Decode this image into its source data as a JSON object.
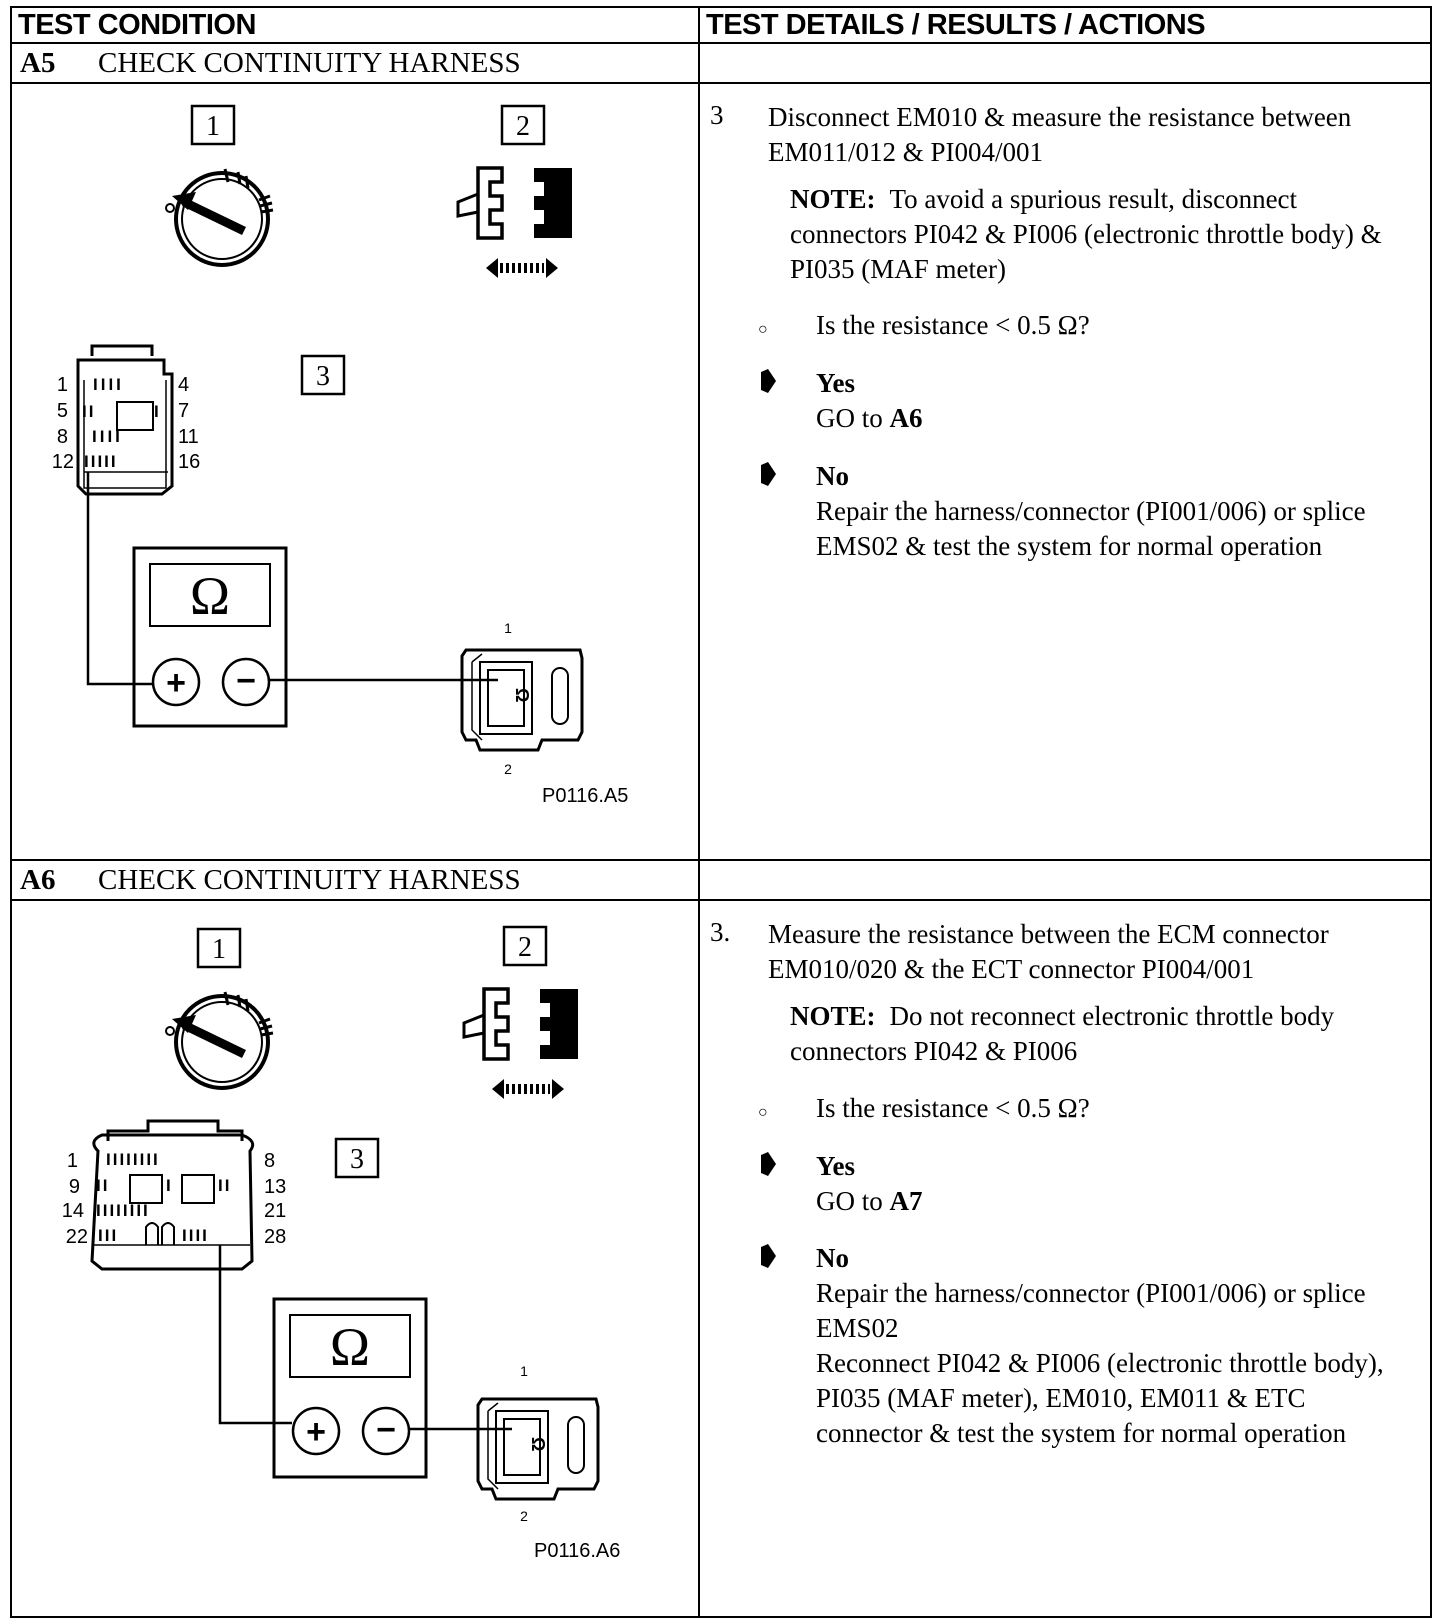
{
  "header": {
    "left": "TEST CONDITION",
    "right": "TEST DETAILS / RESULTS / ACTIONS"
  },
  "sections": [
    {
      "code": "A5",
      "title": "CHECK CONTINUITY HARNESS",
      "figure_id": "P0116.A5",
      "boxes": [
        "1",
        "2",
        "3"
      ],
      "connector_pins": [
        "1",
        "4",
        "5",
        "7",
        "8",
        "11",
        "12",
        "16"
      ],
      "sensor_pins": [
        "1",
        "2"
      ],
      "ohm_symbol": "Ω",
      "plus": "+",
      "minus": "−",
      "step_num": "3",
      "step_text": "Disconnect EM010 & measure the resistance between EM011/012 & PI004/001",
      "note_label": "NOTE:",
      "note_text": "To avoid a spurious result, disconnect connectors PI042 & PI006 (electronic throttle body) & PI035 (MAF meter)",
      "question": "Is the resistance < 0.5 Ω?",
      "yes_label": "Yes",
      "yes_prefix": "GO to ",
      "yes_target": "A6",
      "no_label": "No",
      "no_text": "Repair the harness/connector (PI001/006) or splice EMS02 & test the system for normal operation",
      "no_text2": ""
    },
    {
      "code": "A6",
      "title": "CHECK CONTINUITY HARNESS",
      "figure_id": "P0116.A6",
      "boxes": [
        "1",
        "2",
        "3"
      ],
      "connector_pins": [
        "1",
        "8",
        "9",
        "13",
        "14",
        "21",
        "22",
        "28"
      ],
      "sensor_pins": [
        "1",
        "2"
      ],
      "ohm_symbol": "Ω",
      "plus": "+",
      "minus": "−",
      "step_num": "3.",
      "step_text": "Measure the resistance between the ECM connector EM010/020 & the ECT connector PI004/001",
      "note_label": "NOTE:",
      "note_text": "Do not reconnect electronic throttle body connectors PI042 & PI006",
      "question": "Is the resistance < 0.5 Ω?",
      "yes_label": "Yes",
      "yes_prefix": "GO to ",
      "yes_target": "A7",
      "no_label": "No",
      "no_text": "Repair the harness/connector (PI001/006) or splice EMS02",
      "no_text2": "Reconnect PI042 & PI006 (electronic throttle body), PI035 (MAF meter), EM010, EM011 & ETC connector & test the system for normal operation"
    }
  ]
}
